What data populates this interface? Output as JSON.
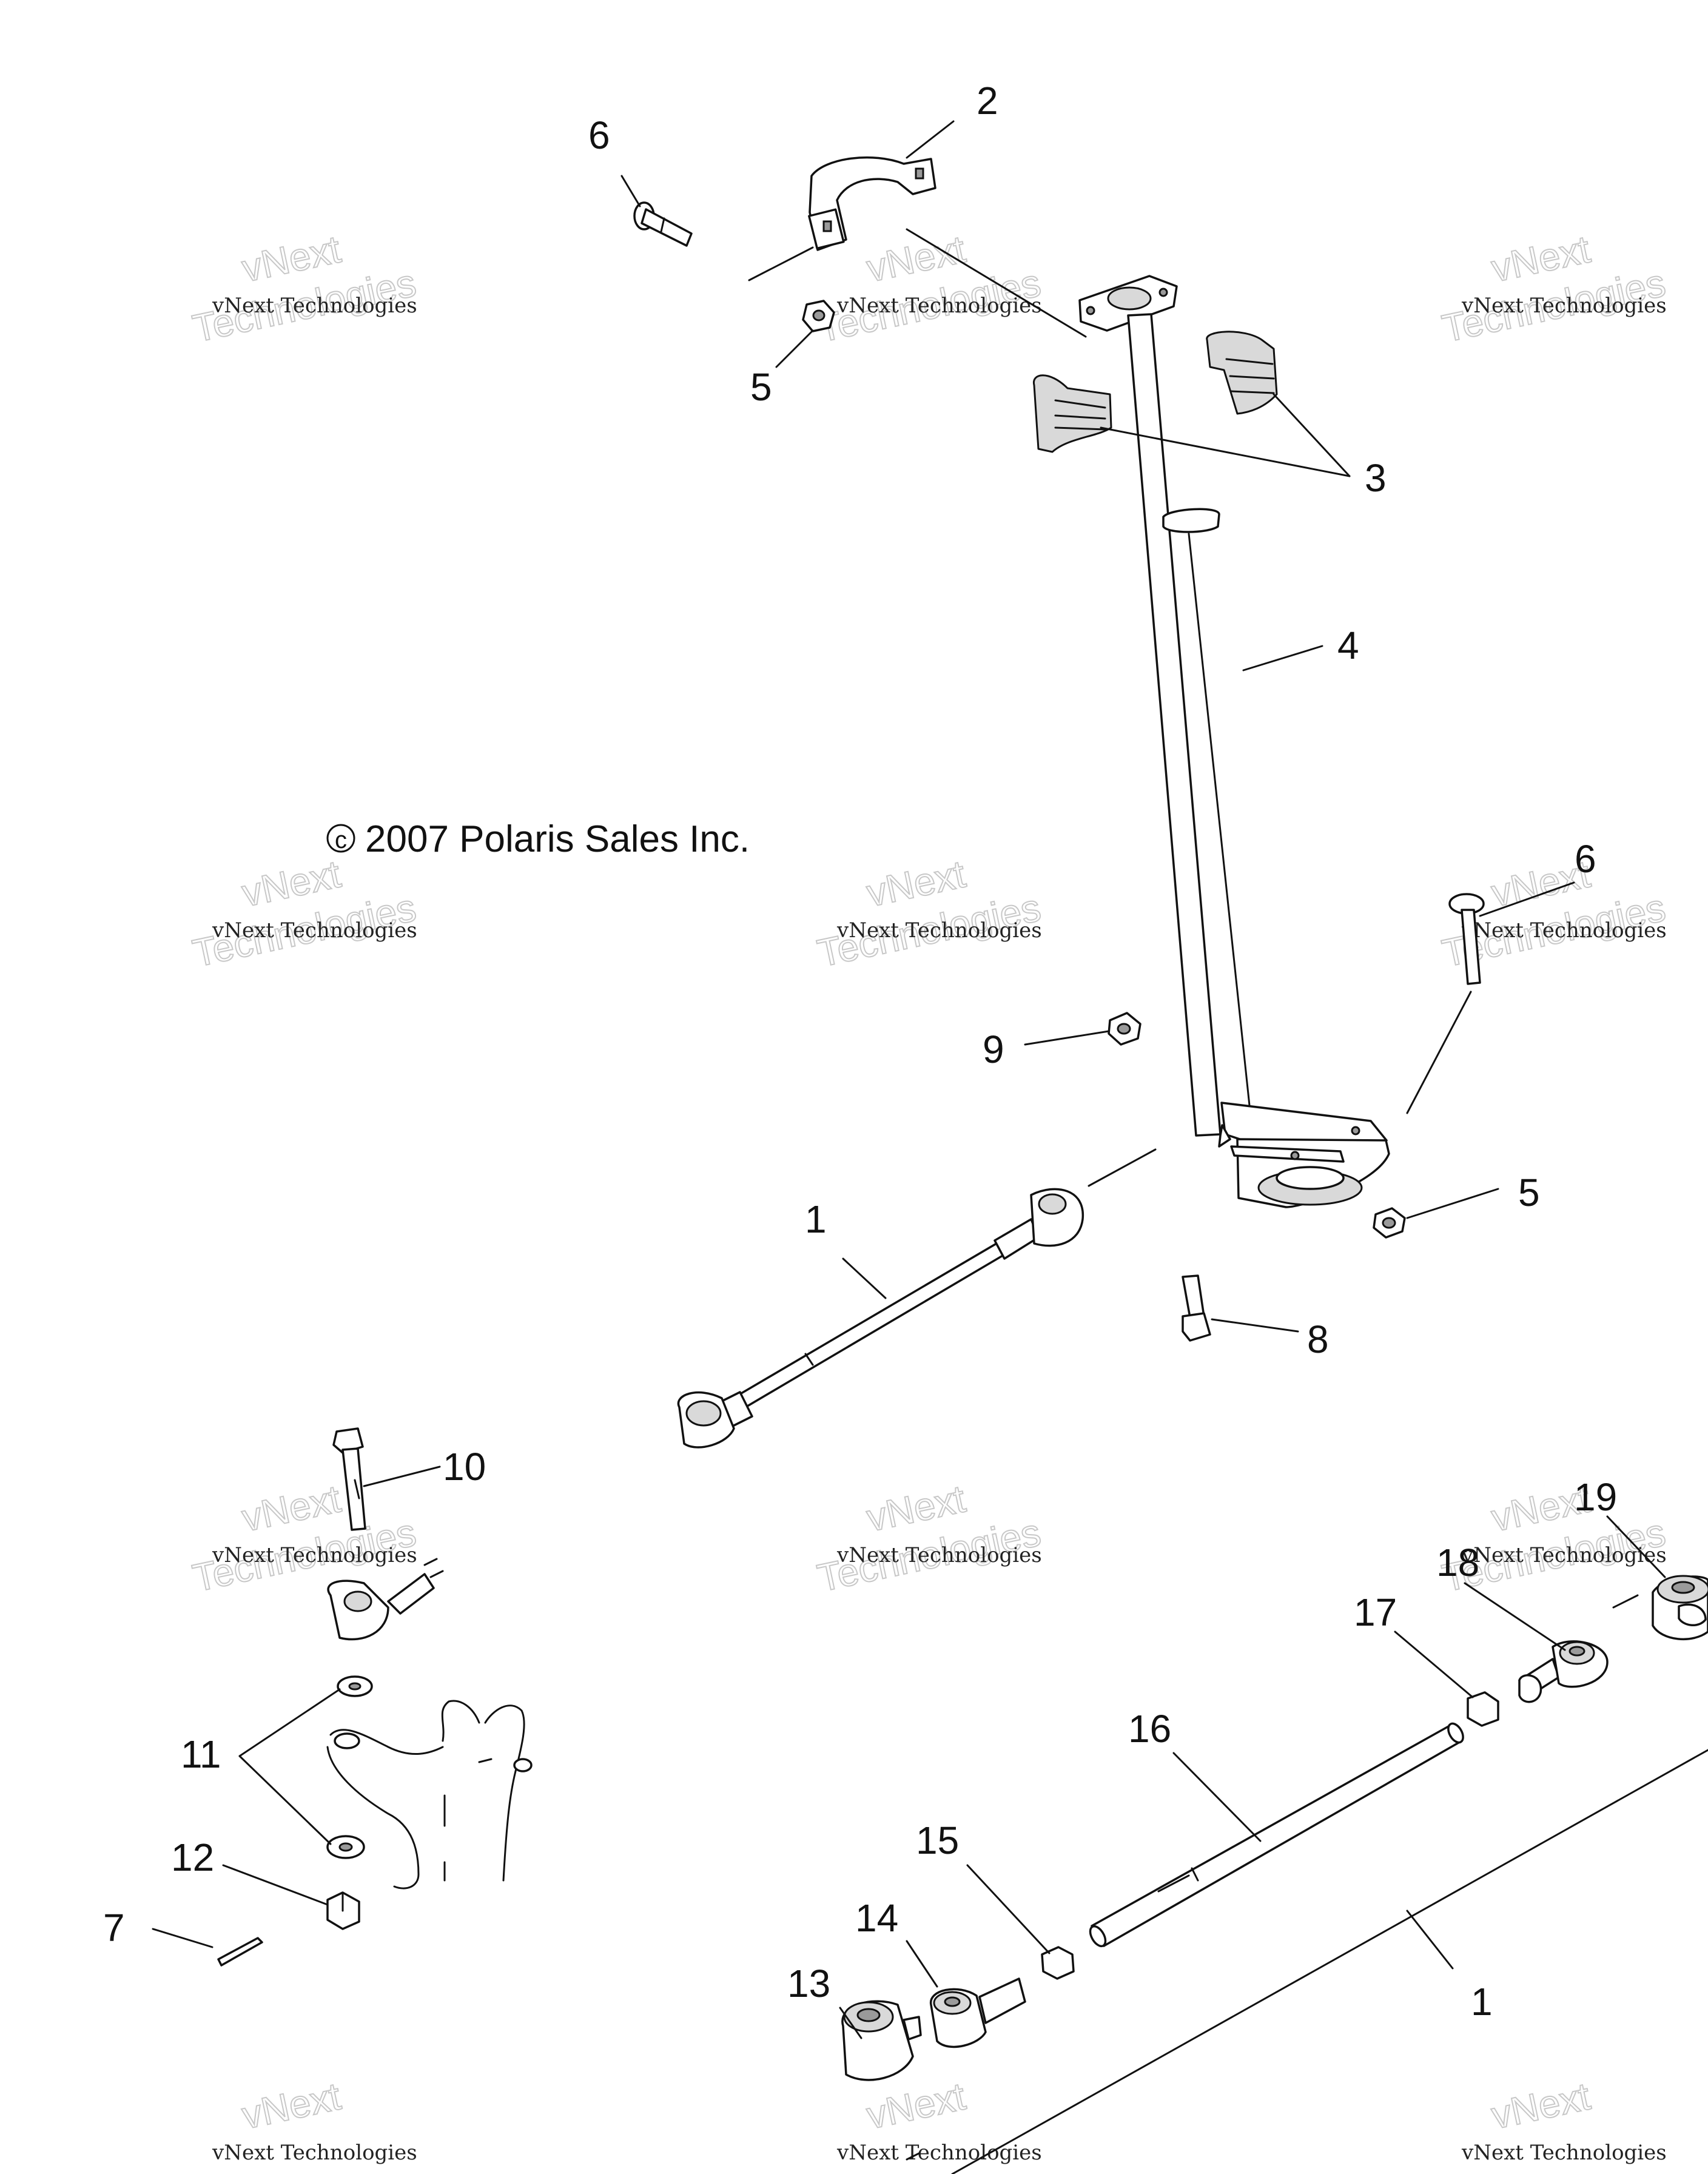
{
  "copyright": "2007 Polaris Sales Inc.",
  "copyright_symbol": "©",
  "watermark": {
    "brand": "vNext",
    "company": "Technologies",
    "line": "vNext Technologies"
  },
  "callouts": {
    "c1a": "1",
    "c1b": "1",
    "c2": "2",
    "c3": "3",
    "c4": "4",
    "c5a": "5",
    "c5b": "5",
    "c6a": "6",
    "c6b": "6",
    "c7": "7",
    "c8": "8",
    "c9": "9",
    "c10": "10",
    "c11": "11",
    "c12": "12",
    "c13": "13",
    "c14": "14",
    "c15": "15",
    "c16": "16",
    "c17": "17",
    "c18": "18",
    "c19": "19"
  }
}
